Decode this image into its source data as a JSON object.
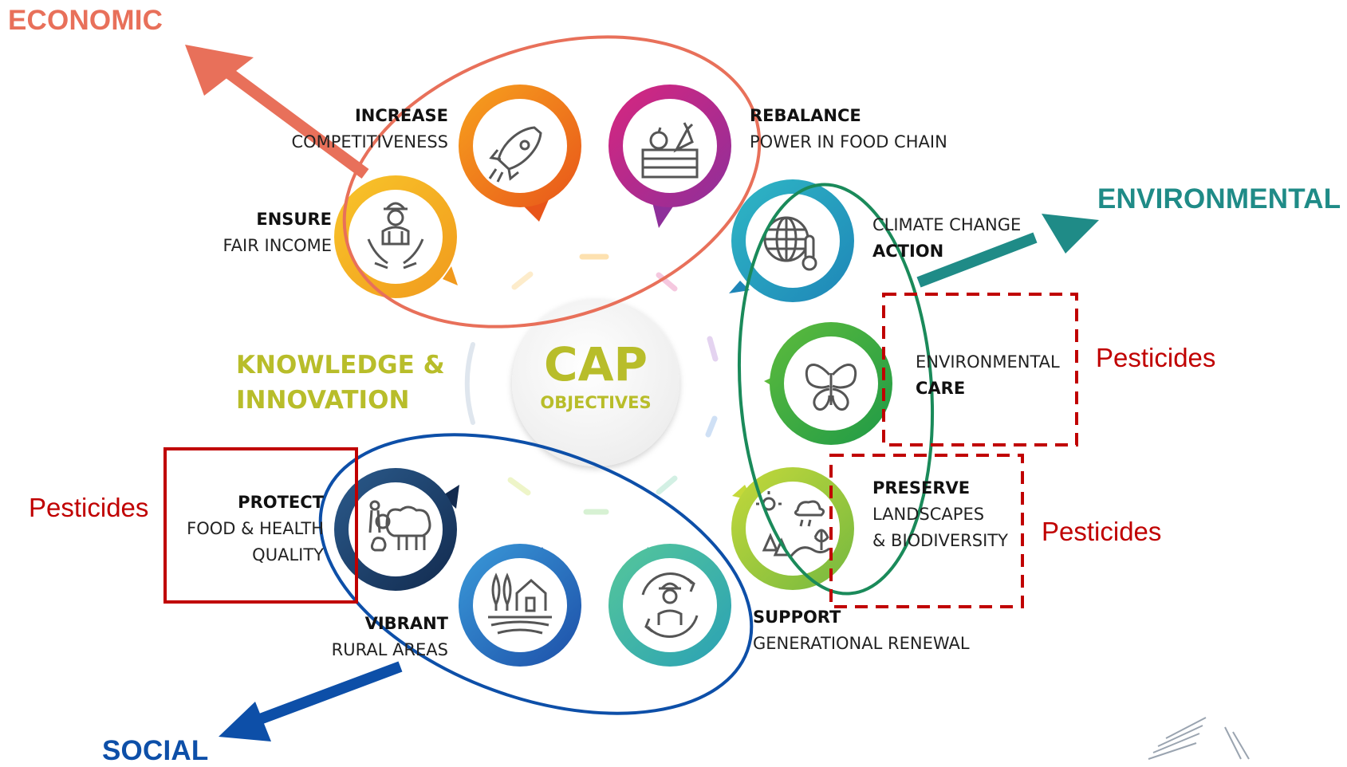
{
  "categories": {
    "economic": {
      "label": "ECONOMIC",
      "color": "#e8705a"
    },
    "environmental": {
      "label": "ENVIRONMENTAL",
      "color": "#1f8b87"
    },
    "social": {
      "label": "SOCIAL",
      "color": "#0d4fa8"
    }
  },
  "center": {
    "title": "CAP",
    "subtitle": "OBJECTIVES",
    "color": "#b8bd2a"
  },
  "knowledge": {
    "line1": "KNOWLEDGE &",
    "line2": "INNOVATION"
  },
  "objectives": [
    {
      "key": "competitiveness",
      "bold": "INCREASE",
      "text": "COMPETITIVENESS",
      "icon": "rocket-icon",
      "color": "#f08a1c"
    },
    {
      "key": "rebalance",
      "bold": "REBALANCE",
      "text": "POWER IN FOOD CHAIN",
      "icon": "produce-crate-icon",
      "color": "#c0278a"
    },
    {
      "key": "income",
      "bold": "ENSURE",
      "text": "FAIR INCOME",
      "icon": "farmer-hands-icon",
      "color": "#f3b81d"
    },
    {
      "key": "climate",
      "text": "CLIMATE CHANGE",
      "bold": "ACTION",
      "icon": "globe-thermometer-icon",
      "color": "#2aa9b6"
    },
    {
      "key": "environment",
      "text": "ENVIRONMENTAL",
      "bold": "CARE",
      "icon": "butterfly-icon",
      "color": "#3aaa3a"
    },
    {
      "key": "landscapes",
      "bold": "PRESERVE",
      "text": "LANDSCAPES",
      "text2": "& BIODIVERSITY",
      "icon": "landscape-icon",
      "color": "#9ac83a"
    },
    {
      "key": "food",
      "bold": "PROTECT",
      "text": "FOOD & HEALTH",
      "text2": "QUALITY",
      "icon": "livestock-icon",
      "color": "#1a3b66"
    },
    {
      "key": "rural",
      "bold": "VIBRANT",
      "text": "RURAL AREAS",
      "icon": "farmhouse-icon",
      "color": "#2a70c8"
    },
    {
      "key": "generational",
      "bold": "SUPPORT",
      "text": "GENERATIONAL RENEWAL",
      "icon": "farmer-cycle-icon",
      "color": "#3bb4a0"
    }
  ],
  "pesticides": {
    "label": "Pesticides",
    "color": "#c00000"
  }
}
